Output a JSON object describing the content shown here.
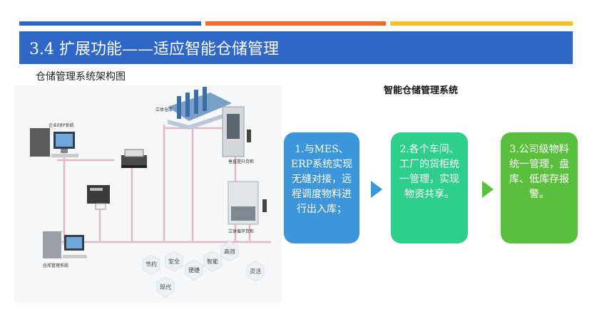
{
  "slide": {
    "title": "3.4 扩展功能——适应智能仓储管理",
    "colors": {
      "banner": "#2f67c9",
      "bar_left": "#2f67c9",
      "bar_mid": "#ef6b2b",
      "bar_right": "#f7bf2c"
    }
  },
  "diagram": {
    "title": "仓储管理系统架构图",
    "labels": {
      "erp": "企业ERP系统",
      "wms": "仓库管理系统",
      "stereo": "立体仓库",
      "lift": "垂直提升货柜",
      "cycle": "立体循环货柜"
    },
    "hexagons": [
      "节约",
      "安全",
      "便捷",
      "智能",
      "高效",
      "灵活",
      "现代"
    ]
  },
  "system": {
    "title": "智能仓储管理系统",
    "steps": [
      {
        "text": "1.与MES、ERP系统实现无缝对接，远程调度物料进行出入库；",
        "color": "#3d96d9"
      },
      {
        "text": "2.各个车间、工厂的货柜统一管理，实现物资共享。",
        "color": "#2ecf8d"
      },
      {
        "text": "3.公司级物料统一管理，盘库、低库存报警。",
        "color": "#5bbf3e"
      }
    ],
    "arrow_colors": [
      "#3d96d9",
      "#5bbf3e"
    ]
  }
}
